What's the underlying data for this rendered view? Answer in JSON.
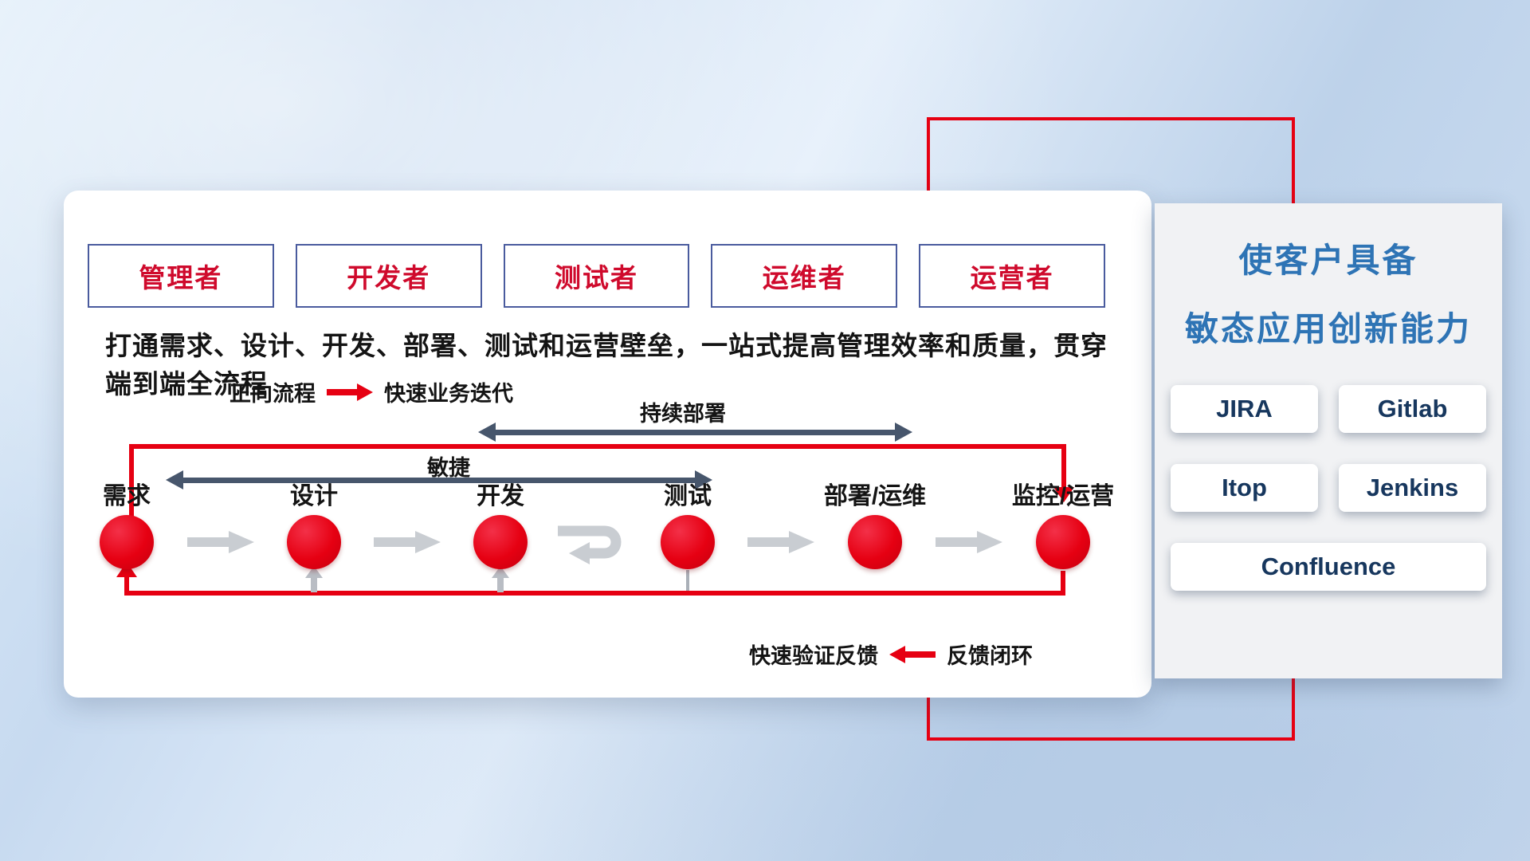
{
  "roles": [
    {
      "label": "管理者"
    },
    {
      "label": "开发者"
    },
    {
      "label": "测试者"
    },
    {
      "label": "运维者"
    },
    {
      "label": "运营者"
    }
  ],
  "description": "打通需求、设计、开发、部署、测试和运营壁垒，一站式提高管理效率和质量，贯穿端到端全流程",
  "legend_forward": {
    "label": "正向流程",
    "value": "快速业务迭代"
  },
  "legend_feedback": {
    "label": "快速验证反馈",
    "value": "反馈闭环"
  },
  "span_arrows": {
    "deploy": "持续部署",
    "agile": "敏捷"
  },
  "stages": [
    "需求",
    "设计",
    "开发",
    "测试",
    "部署/运维",
    "监控/运营"
  ],
  "panel": {
    "title_line1": "使客户具备",
    "title_line2": "敏态应用创新能力",
    "tools": [
      "JIRA",
      "Gitlab",
      "Itop",
      "Jenkins",
      "Confluence"
    ]
  },
  "colors": {
    "accent_red": "#e60012",
    "title_blue": "#2e74b5",
    "tool_text": "#17375e",
    "dark_arrow": "#47566c",
    "gray_arrow": "#c9cdd2"
  }
}
